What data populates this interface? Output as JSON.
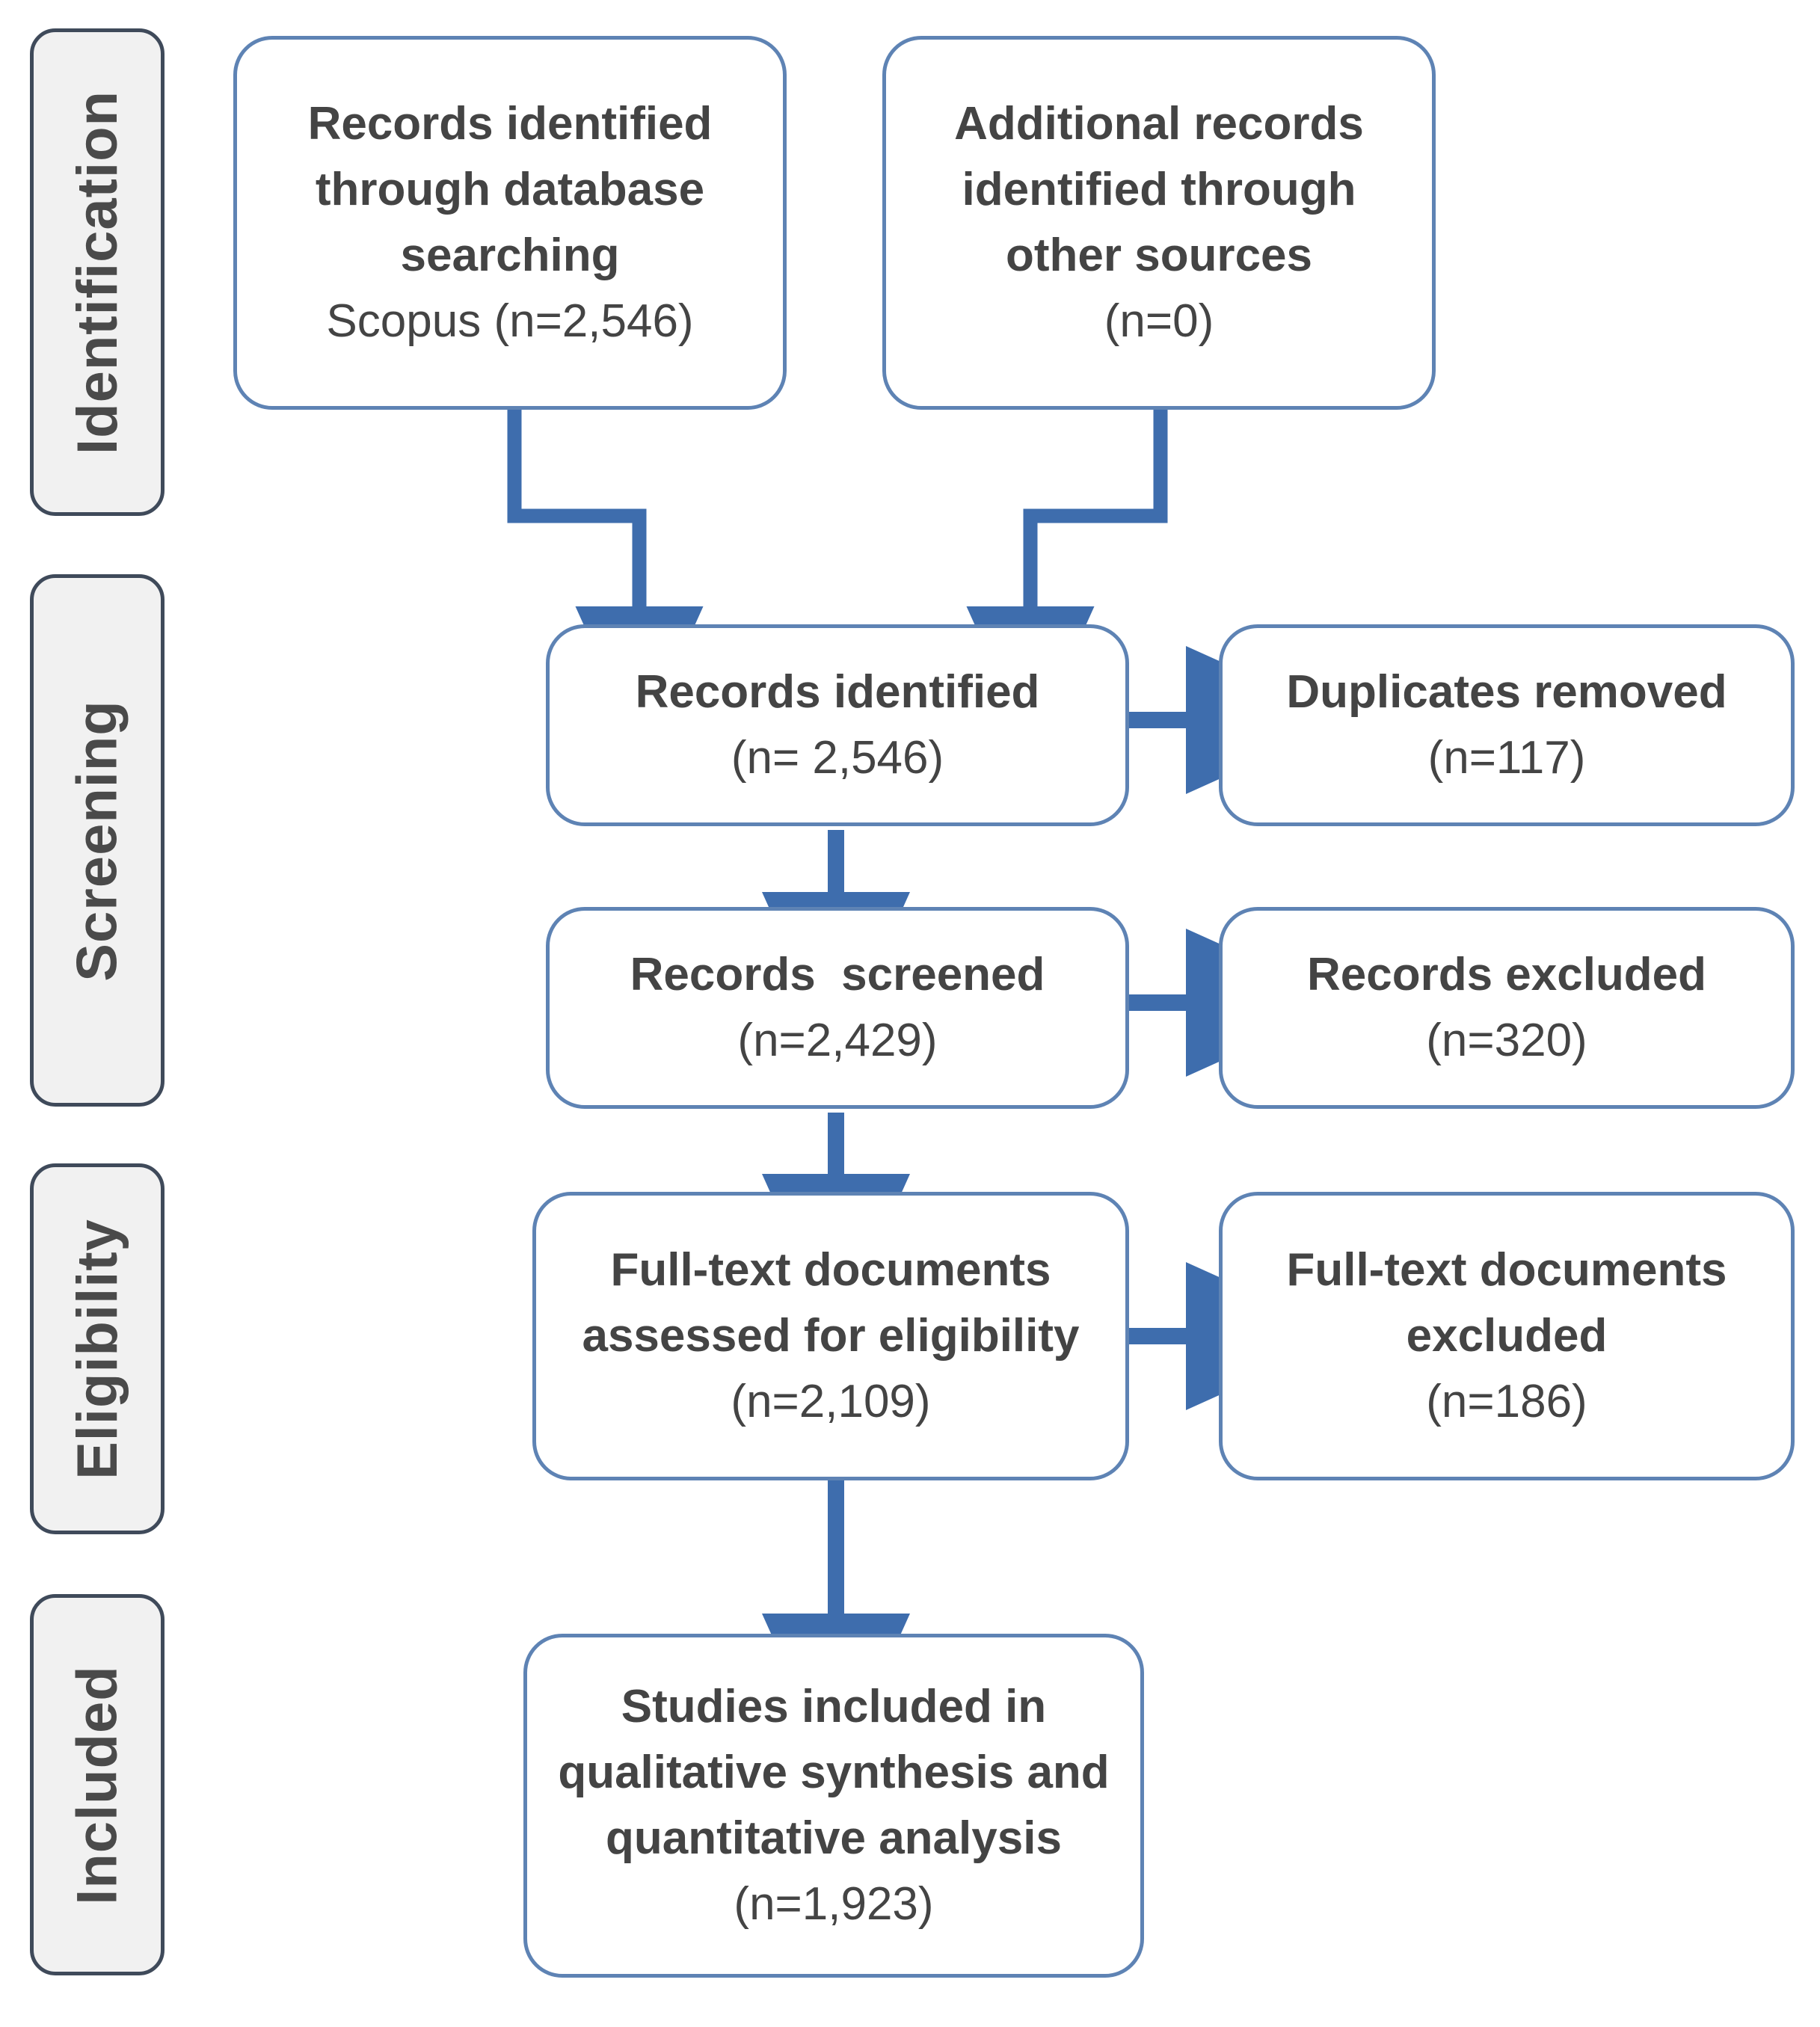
{
  "diagram": {
    "title": "PRISMA flow diagram",
    "colors": {
      "connector": "#3E6DAD",
      "box_border": "#5E83B4",
      "box_fill": "#FFFFFF",
      "phase_fill": "#F1F1F1",
      "phase_border": "#3F4A5A",
      "text": "#444444",
      "background": "#FFFFFF"
    }
  },
  "phases": [
    {
      "label": "Identification"
    },
    {
      "label": "Screening"
    },
    {
      "label": "Eligibility"
    },
    {
      "label": "Included"
    }
  ],
  "boxes": {
    "records_db": {
      "lines": [
        {
          "text": "Records identified",
          "bold": true
        },
        {
          "text": "through database",
          "bold": true
        },
        {
          "text": "searching",
          "bold": true
        },
        {
          "text": "Scopus (n=2,546)",
          "bold": false
        }
      ]
    },
    "records_other": {
      "lines": [
        {
          "text": "Additional records",
          "bold": true
        },
        {
          "text": "identified through",
          "bold": true
        },
        {
          "text": "other sources",
          "bold": true
        },
        {
          "text": "(n=0)",
          "bold": false
        }
      ]
    },
    "records_identified": {
      "lines": [
        {
          "text": "Records identified",
          "bold": true
        },
        {
          "text": "(n= 2,546)",
          "bold": false
        }
      ]
    },
    "duplicates_removed": {
      "lines": [
        {
          "text": "Duplicates removed",
          "bold": true
        },
        {
          "text": "(n=117)",
          "bold": false
        }
      ]
    },
    "records_screened": {
      "lines": [
        {
          "text": "Records  screened",
          "bold": true
        },
        {
          "text": "(n=2,429)",
          "bold": false
        }
      ]
    },
    "records_excluded": {
      "lines": [
        {
          "text": "Records excluded",
          "bold": true
        },
        {
          "text": "(n=320)",
          "bold": false
        }
      ]
    },
    "fulltext_assessed": {
      "lines": [
        {
          "text": "Full-text documents",
          "bold": true
        },
        {
          "text": "assessed for eligibility",
          "bold": true
        },
        {
          "text": "(n=2,109)",
          "bold": false
        }
      ]
    },
    "fulltext_excluded": {
      "lines": [
        {
          "text": "Full-text documents",
          "bold": true
        },
        {
          "text": "excluded",
          "bold": true
        },
        {
          "text": "(n=186)",
          "bold": false
        }
      ]
    },
    "studies_included": {
      "lines": [
        {
          "text": "Studies included in",
          "bold": true
        },
        {
          "text": "qualitative synthesis and",
          "bold": true
        },
        {
          "text": "quantitative analysis",
          "bold": true
        },
        {
          "text": "(n=1,923)",
          "bold": false
        }
      ]
    }
  },
  "counts": {
    "scopus_records": "2,546",
    "other_sources": "0",
    "records_identified": "2,546",
    "duplicates_removed": "117",
    "records_screened": "2,429",
    "records_excluded": "320",
    "fulltext_assessed": "2,109",
    "fulltext_excluded": "186",
    "studies_included": "1,923"
  }
}
